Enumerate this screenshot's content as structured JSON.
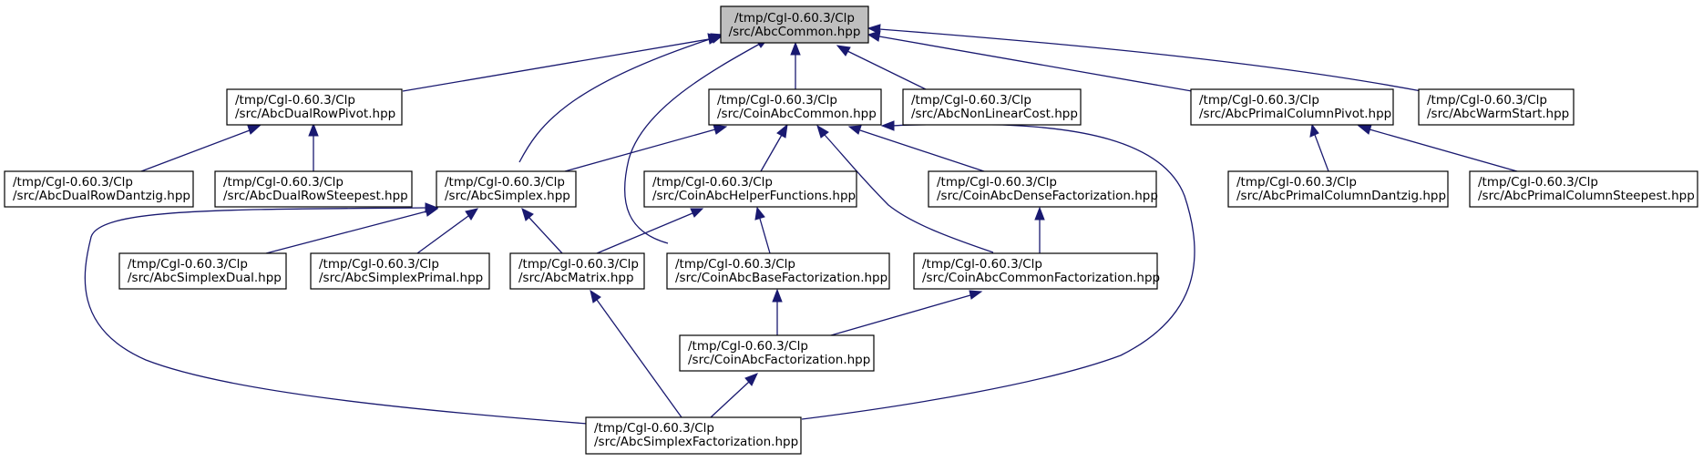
{
  "diagram": {
    "type": "include-dependency-graph",
    "nodes": {
      "abc_common": {
        "line1": "/tmp/Cgl-0.60.3/Clp",
        "line2": "/src/AbcCommon.hpp",
        "highlighted": true
      },
      "dual_row_pivot": {
        "line1": "/tmp/Cgl-0.60.3/Clp",
        "line2": "/src/AbcDualRowPivot.hpp"
      },
      "coin_abc_common": {
        "line1": "/tmp/Cgl-0.60.3/Clp",
        "line2": "/src/CoinAbcCommon.hpp"
      },
      "non_linear_cost": {
        "line1": "/tmp/Cgl-0.60.3/Clp",
        "line2": "/src/AbcNonLinearCost.hpp"
      },
      "primal_col_pivot": {
        "line1": "/tmp/Cgl-0.60.3/Clp",
        "line2": "/src/AbcPrimalColumnPivot.hpp"
      },
      "warm_start": {
        "line1": "/tmp/Cgl-0.60.3/Clp",
        "line2": "/src/AbcWarmStart.hpp"
      },
      "dual_row_dantzig": {
        "line1": "/tmp/Cgl-0.60.3/Clp",
        "line2": "/src/AbcDualRowDantzig.hpp"
      },
      "dual_row_steepest": {
        "line1": "/tmp/Cgl-0.60.3/Clp",
        "line2": "/src/AbcDualRowSteepest.hpp"
      },
      "abc_simplex": {
        "line1": "/tmp/Cgl-0.60.3/Clp",
        "line2": "/src/AbcSimplex.hpp"
      },
      "helper_functions": {
        "line1": "/tmp/Cgl-0.60.3/Clp",
        "line2": "/src/CoinAbcHelperFunctions.hpp"
      },
      "dense_fact": {
        "line1": "/tmp/Cgl-0.60.3/Clp",
        "line2": "/src/CoinAbcDenseFactorization.hpp"
      },
      "primal_col_dantzig": {
        "line1": "/tmp/Cgl-0.60.3/Clp",
        "line2": "/src/AbcPrimalColumnDantzig.hpp"
      },
      "primal_col_steepest": {
        "line1": "/tmp/Cgl-0.60.3/Clp",
        "line2": "/src/AbcPrimalColumnSteepest.hpp"
      },
      "simplex_dual": {
        "line1": "/tmp/Cgl-0.60.3/Clp",
        "line2": "/src/AbcSimplexDual.hpp"
      },
      "simplex_primal": {
        "line1": "/tmp/Cgl-0.60.3/Clp",
        "line2": "/src/AbcSimplexPrimal.hpp"
      },
      "abc_matrix": {
        "line1": "/tmp/Cgl-0.60.3/Clp",
        "line2": "/src/AbcMatrix.hpp"
      },
      "base_fact": {
        "line1": "/tmp/Cgl-0.60.3/Clp",
        "line2": "/src/CoinAbcBaseFactorization.hpp"
      },
      "common_fact": {
        "line1": "/tmp/Cgl-0.60.3/Clp",
        "line2": "/src/CoinAbcCommonFactorization.hpp"
      },
      "coin_abc_fact": {
        "line1": "/tmp/Cgl-0.60.3/Clp",
        "line2": "/src/CoinAbcFactorization.hpp"
      },
      "simplex_fact": {
        "line1": "/tmp/Cgl-0.60.3/Clp",
        "line2": "/src/AbcSimplexFactorization.hpp"
      }
    },
    "edges": [
      {
        "from": "dual_row_pivot",
        "to": "abc_common"
      },
      {
        "from": "abc_simplex",
        "to": "abc_common"
      },
      {
        "from": "base_fact",
        "to": "abc_common"
      },
      {
        "from": "coin_abc_common",
        "to": "abc_common"
      },
      {
        "from": "non_linear_cost",
        "to": "abc_common"
      },
      {
        "from": "primal_col_pivot",
        "to": "abc_common"
      },
      {
        "from": "warm_start",
        "to": "abc_common"
      },
      {
        "from": "dual_row_dantzig",
        "to": "dual_row_pivot"
      },
      {
        "from": "dual_row_steepest",
        "to": "dual_row_pivot"
      },
      {
        "from": "abc_simplex",
        "to": "coin_abc_common"
      },
      {
        "from": "helper_functions",
        "to": "coin_abc_common"
      },
      {
        "from": "dense_fact",
        "to": "coin_abc_common"
      },
      {
        "from": "common_fact",
        "to": "coin_abc_common"
      },
      {
        "from": "simplex_fact",
        "to": "coin_abc_common"
      },
      {
        "from": "primal_col_dantzig",
        "to": "primal_col_pivot"
      },
      {
        "from": "primal_col_steepest",
        "to": "primal_col_pivot"
      },
      {
        "from": "simplex_dual",
        "to": "abc_simplex"
      },
      {
        "from": "simplex_primal",
        "to": "abc_simplex"
      },
      {
        "from": "abc_matrix",
        "to": "abc_simplex"
      },
      {
        "from": "simplex_fact",
        "to": "abc_simplex"
      },
      {
        "from": "abc_matrix",
        "to": "helper_functions"
      },
      {
        "from": "base_fact",
        "to": "helper_functions"
      },
      {
        "from": "common_fact",
        "to": "dense_fact"
      },
      {
        "from": "coin_abc_fact",
        "to": "common_fact"
      },
      {
        "from": "coin_abc_fact",
        "to": "base_fact"
      },
      {
        "from": "simplex_fact",
        "to": "abc_matrix"
      },
      {
        "from": "simplex_fact",
        "to": "coin_abc_fact"
      }
    ],
    "colors": {
      "edge": "#191970",
      "highlighted_fill": "#bfbfbf",
      "node_fill": "#ffffff",
      "node_border": "#000000"
    }
  }
}
